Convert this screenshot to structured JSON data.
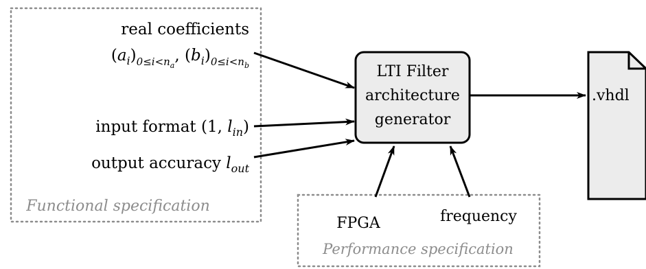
{
  "functional": {
    "coeff_label": "real coefficients",
    "coeff_formula": {
      "a": "a",
      "i": "i",
      "bound_a": "0≤i<n",
      "n_a": "a",
      "b": "b",
      "bound_b": "0≤i<n",
      "n_b": "b"
    },
    "input_label": "input format",
    "input_formula": {
      "one": "1",
      "l": "l",
      "sub": "in"
    },
    "output_label": "output accuracy",
    "output_formula": {
      "l": "l",
      "sub": "out"
    },
    "caption": "Functional specification"
  },
  "generator": {
    "line1": "LTI Filter",
    "line2": "architecture",
    "line3": "generator",
    "fill": "#ececec"
  },
  "output_file": {
    "label": ".vhdl"
  },
  "performance": {
    "fpga": "FPGA",
    "frequency": "frequency",
    "caption": "Performance specification"
  }
}
